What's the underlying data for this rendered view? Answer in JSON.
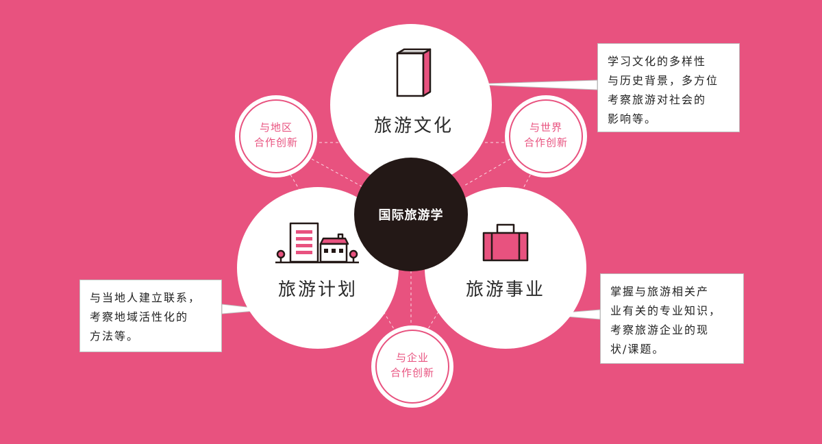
{
  "colors": {
    "background": "#e8527f",
    "accent": "#e8527f",
    "center_fill": "#231816",
    "circle_fill": "#ffffff",
    "ink": "#222222"
  },
  "center": {
    "label": "国际旅游学"
  },
  "nodes": {
    "culture": {
      "label": "旅游文化",
      "icon": "book-icon"
    },
    "planning": {
      "label": "旅游计划",
      "icon": "town-buildings-icon"
    },
    "business": {
      "label": "旅游事业",
      "icon": "suitcase-icon"
    }
  },
  "small_nodes": {
    "region": {
      "line1": "与地区",
      "line2": "合作创新"
    },
    "world": {
      "line1": "与世界",
      "line2": "合作创新"
    },
    "enterprise": {
      "line1": "与企业",
      "line2": "合作创新"
    }
  },
  "callouts": {
    "culture": {
      "lines": [
        "学习文化的多样性",
        "与历史背景，多方位",
        "考察旅游对社会的",
        "影响等。"
      ]
    },
    "planning": {
      "lines": [
        "与当地人建立联系，",
        "考察地域活性化的",
        "方法等。"
      ]
    },
    "business": {
      "lines": [
        "掌握与旅游相关产",
        "业有关的专业知识，",
        "考察旅游企业的现",
        "状/课题。"
      ]
    }
  }
}
